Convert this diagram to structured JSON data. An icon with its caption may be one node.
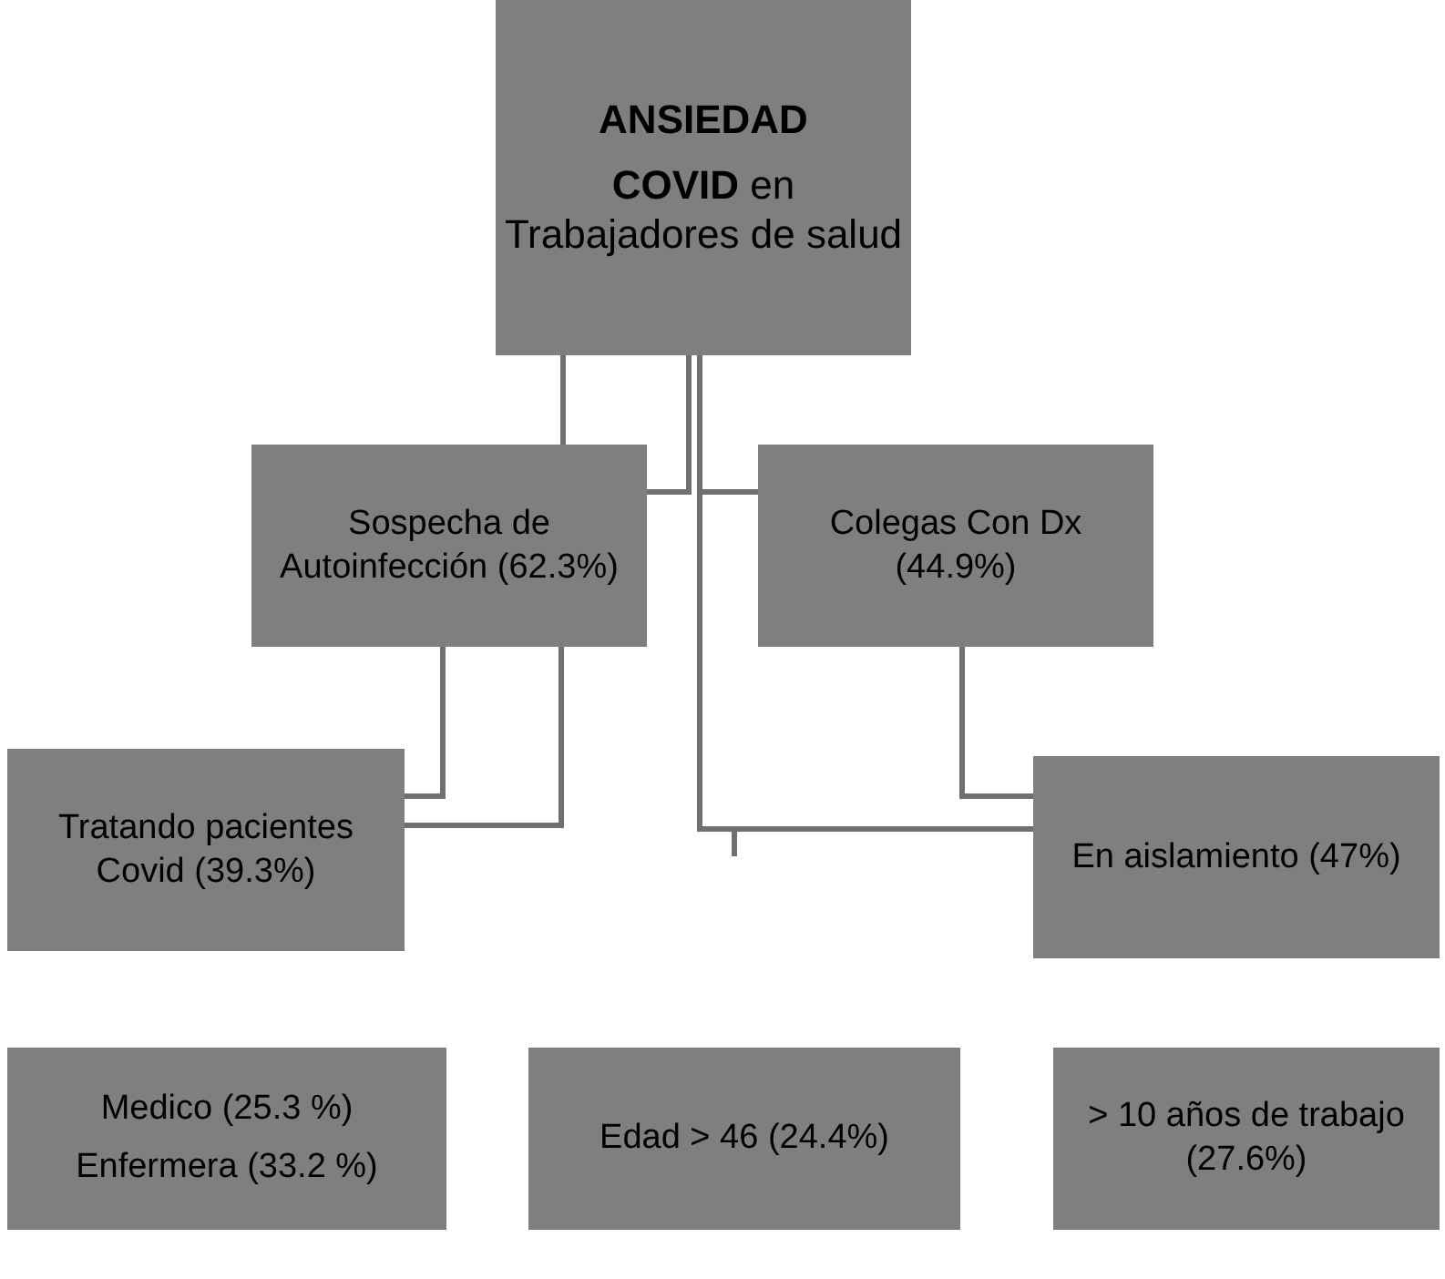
{
  "diagram": {
    "nodes": [
      {
        "text": [
          "ANSIEDAD",
          "**COVID** en Trabajadores de salud"
        ]
      },
      {
        "text": [
          "Sospecha de Autoinfección (62.3%)"
        ]
      },
      {
        "text": [
          "Colegas Con Dx (44.9%)"
        ]
      },
      {
        "text": [
          "Tratando pacientes Covid  (39.3%)"
        ]
      },
      {
        "text": [
          "En aislamiento (47%)"
        ]
      },
      {
        "text": [
          "Medico (25.3 %)",
          "Enfermera (33.2 %)"
        ]
      },
      {
        "text": [
          "Edad > 46 (24.4%)"
        ]
      },
      {
        "text": [
          "> 10 años de trabajo (27.6%)"
        ]
      }
    ],
    "edges": [
      {
        "from": 0,
        "to": 1,
        "arrow": "none"
      },
      {
        "from": 0,
        "to": 1,
        "arrow": "none"
      },
      {
        "from": 0,
        "to": 2,
        "arrow": "none"
      },
      {
        "from": 0,
        "to": 4,
        "arrow": "none"
      },
      {
        "from": 1,
        "to": 3,
        "arrow": "none"
      },
      {
        "from": 1,
        "to": 3,
        "arrow": "none"
      },
      {
        "from": 2,
        "to": 4,
        "arrow": "none"
      }
    ]
  }
}
